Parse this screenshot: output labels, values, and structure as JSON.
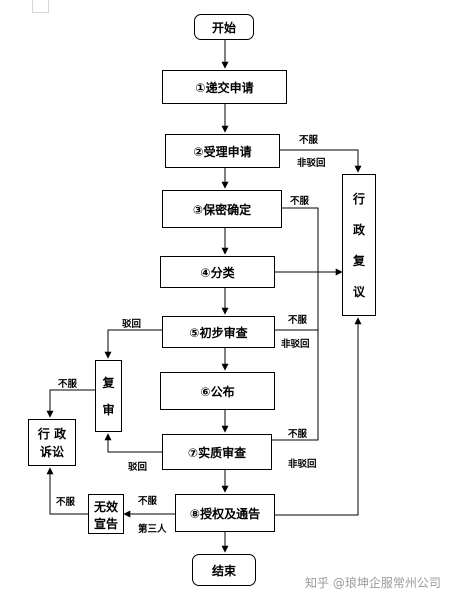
{
  "nodes": {
    "start": "开始",
    "submit": "①递交申请",
    "accept": "②受理申请",
    "secrecy": "③保密确定",
    "classify": "④分类",
    "prelim": "⑤初步审查",
    "publish": "⑥公布",
    "substantive": "⑦实质审查",
    "grant": "⑧授权及通告",
    "end": "结束",
    "reexam": [
      "复",
      "审"
    ],
    "admin_review": [
      "行",
      "政",
      "复",
      "议"
    ],
    "litigation": [
      "行 政",
      "诉讼"
    ],
    "invalid": [
      "无效",
      "宣告"
    ]
  },
  "labels": {
    "not_accept_1": "不服",
    "non_reject_1": "非驳回",
    "not_accept_2": "不服",
    "reject_prelim": "驳回",
    "not_accept_3": "不服",
    "non_reject_2": "非驳回",
    "not_accept_reexam": "不服",
    "not_accept_4": "不服",
    "reject_substantive": "驳回",
    "non_reject_3": "非驳回",
    "not_accept_invalid": "不服",
    "not_accept_grant": "不服",
    "third_party": "第三人"
  },
  "watermark": "知乎 @琅坤企服常州公司"
}
